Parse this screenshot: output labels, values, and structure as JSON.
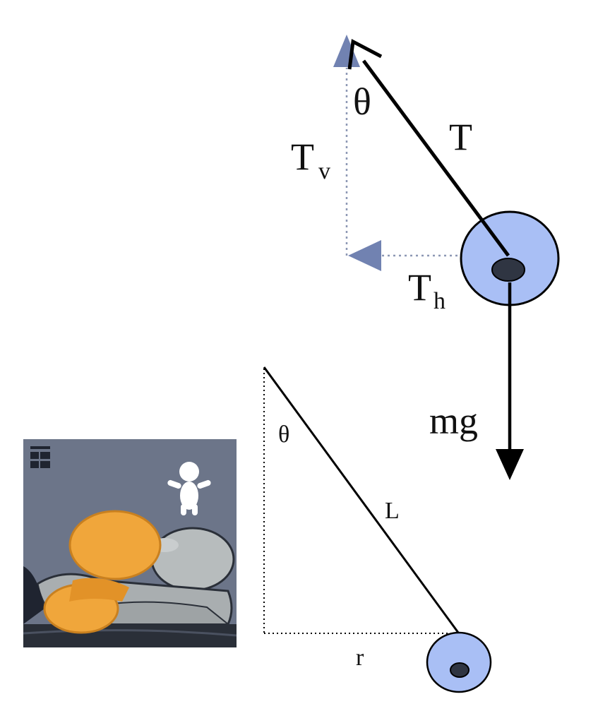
{
  "labels": {
    "tension": "T",
    "tension_vertical_main": "T",
    "tension_vertical_sub": "v",
    "tension_horizontal_main": "T",
    "tension_horizontal_sub": "h",
    "angle_top": "θ",
    "weight": "mg",
    "angle_bottom": "θ",
    "length": "L",
    "radius": "r"
  },
  "colors": {
    "bob_fill": "#a9bff5",
    "bob_center": "#2f3542",
    "component_arrow": "#7182b1",
    "line": "#000000",
    "thumbnail_background": "#6c7589",
    "thumbnail_accent": "#f0a63b"
  },
  "thumbnail": {
    "icon": "artwork-thumbnail"
  }
}
